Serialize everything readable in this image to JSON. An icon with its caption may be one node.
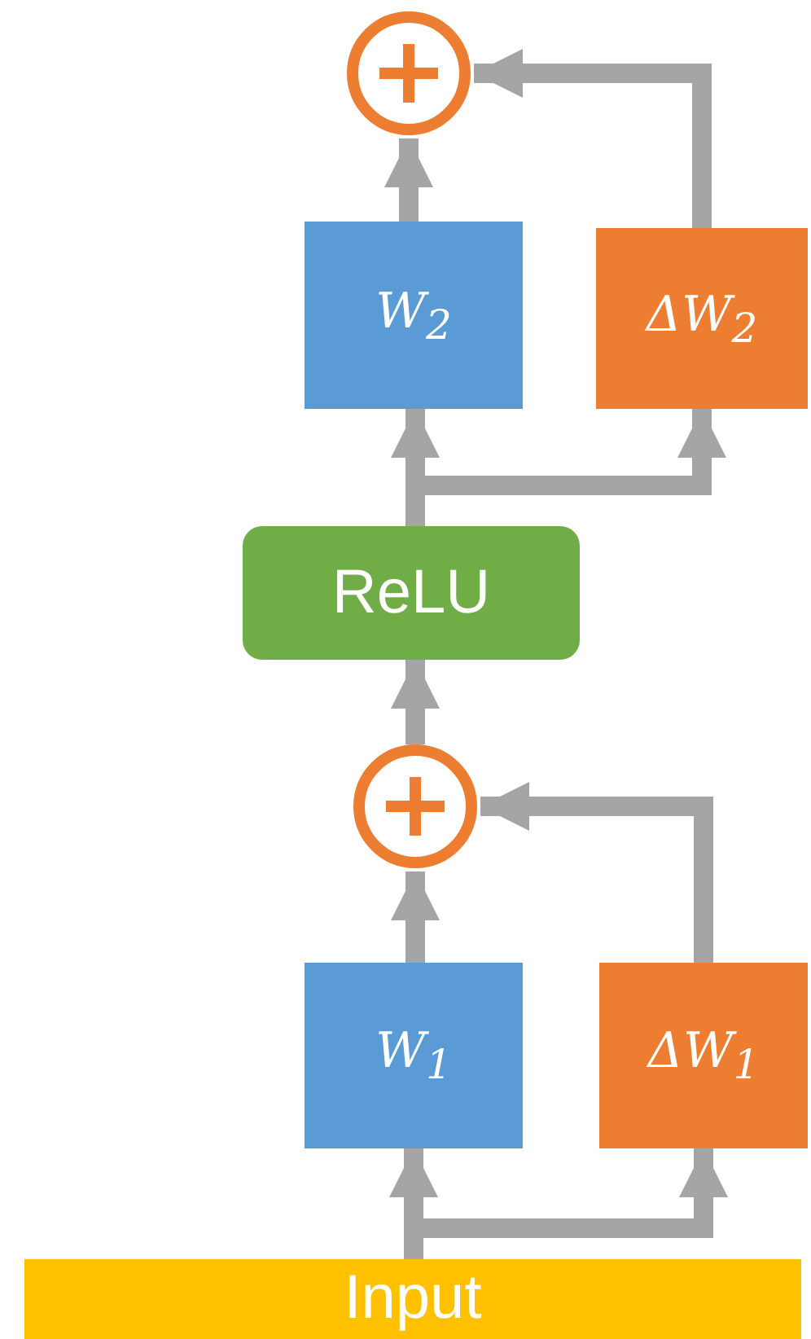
{
  "diagram": {
    "nodes": [
      {
        "text": [],
        "shape": "circle"
      },
      {
        "text": [
          "W$_{2}$"
        ]
      },
      {
        "text": [
          "ΔW$_{2}$"
        ]
      },
      {
        "text": [
          "ReLU"
        ]
      },
      {
        "text": [],
        "shape": "circle"
      },
      {
        "text": [
          "W$_{1}$"
        ]
      },
      {
        "text": [
          "ΔW$_{1}$"
        ]
      },
      {
        "text": [
          "Input"
        ]
      }
    ],
    "edges": [
      {
        "from": 7,
        "to": 5,
        "arrow": "to"
      },
      {
        "from": 7,
        "to": 6,
        "arrow": "to"
      },
      {
        "from": 5,
        "to": 4,
        "arrow": "to"
      },
      {
        "from": 6,
        "to": 4,
        "arrow": "to"
      },
      {
        "from": 4,
        "to": 3,
        "arrow": "to"
      },
      {
        "from": 3,
        "to": 1,
        "arrow": "to"
      },
      {
        "from": 3,
        "to": 2,
        "arrow": "to"
      },
      {
        "from": 1,
        "to": 0,
        "arrow": "to"
      },
      {
        "from": 2,
        "to": 0,
        "arrow": "to"
      }
    ]
  }
}
